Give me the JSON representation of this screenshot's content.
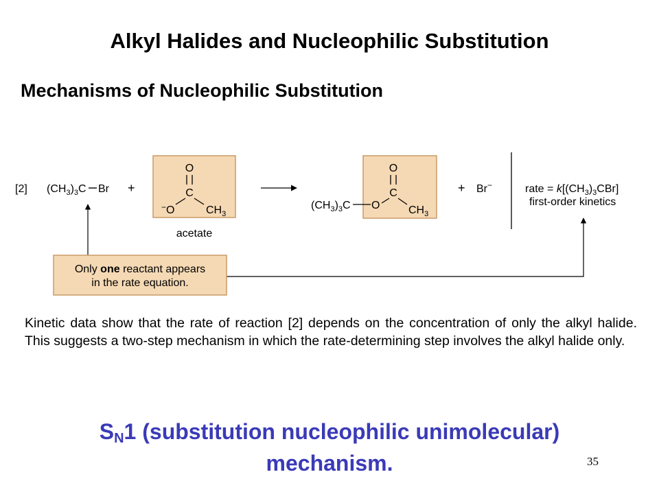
{
  "slide": {
    "title": "Alkyl Halides and Nucleophilic Substitution",
    "subtitle": "Mechanisms of Nucleophilic Substitution",
    "body": "Kinetic data show that the rate of reaction [2] depends on the concentration of only the alkyl halide. This suggests a two-step mechanism in which the rate-determining step involves the alkyl halide only.",
    "sn1_prefix": "S",
    "sn1_sub": "N",
    "sn1_line1": "1 (substitution nucleophilic unimolecular)",
    "sn1_line2": "mechanism.",
    "page_number": "35"
  },
  "scheme": {
    "reaction_number": "[2]",
    "plus_1": "+",
    "plus_2": "+",
    "bromide": "Br",
    "bromide_charge": "−",
    "acetate_label": "acetate",
    "rate_prefix": "rate = ",
    "rate_k": "k",
    "rate_rest": "[(CH3)3CBr]",
    "kinetics_label": "first-order kinetics",
    "callout_bold": "one",
    "callout_line1_before": "Only ",
    "callout_line1_after": " reactant appears",
    "callout_line2": "in the rate equation.",
    "box_fill": "#f5d9b4",
    "box_stroke": "#c89a67"
  }
}
